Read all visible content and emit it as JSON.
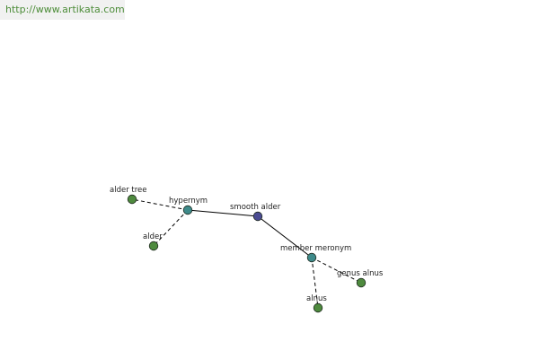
{
  "header": {
    "site_url": "http://www.artikata.com"
  },
  "colors": {
    "center_node": "#4b4c93",
    "relation_node": "#3e8a8a",
    "leaf_node": "#4e8a3e",
    "node_stroke": "#1f2a1f",
    "edge": "#000000"
  },
  "graph": {
    "center": {
      "label": "smooth alder"
    },
    "relations": [
      {
        "id": "hypernym",
        "label": "hypernym"
      },
      {
        "id": "member_meronym",
        "label": "member meronym"
      }
    ],
    "leaves": [
      {
        "id": "alder_tree",
        "label": "alder tree",
        "relation": "hypernym"
      },
      {
        "id": "alder",
        "label": "alder",
        "relation": "hypernym"
      },
      {
        "id": "genus_alnus",
        "label": "genus alnus",
        "relation": "member_meronym"
      },
      {
        "id": "alnus",
        "label": "alnus",
        "relation": "member_meronym"
      }
    ]
  }
}
